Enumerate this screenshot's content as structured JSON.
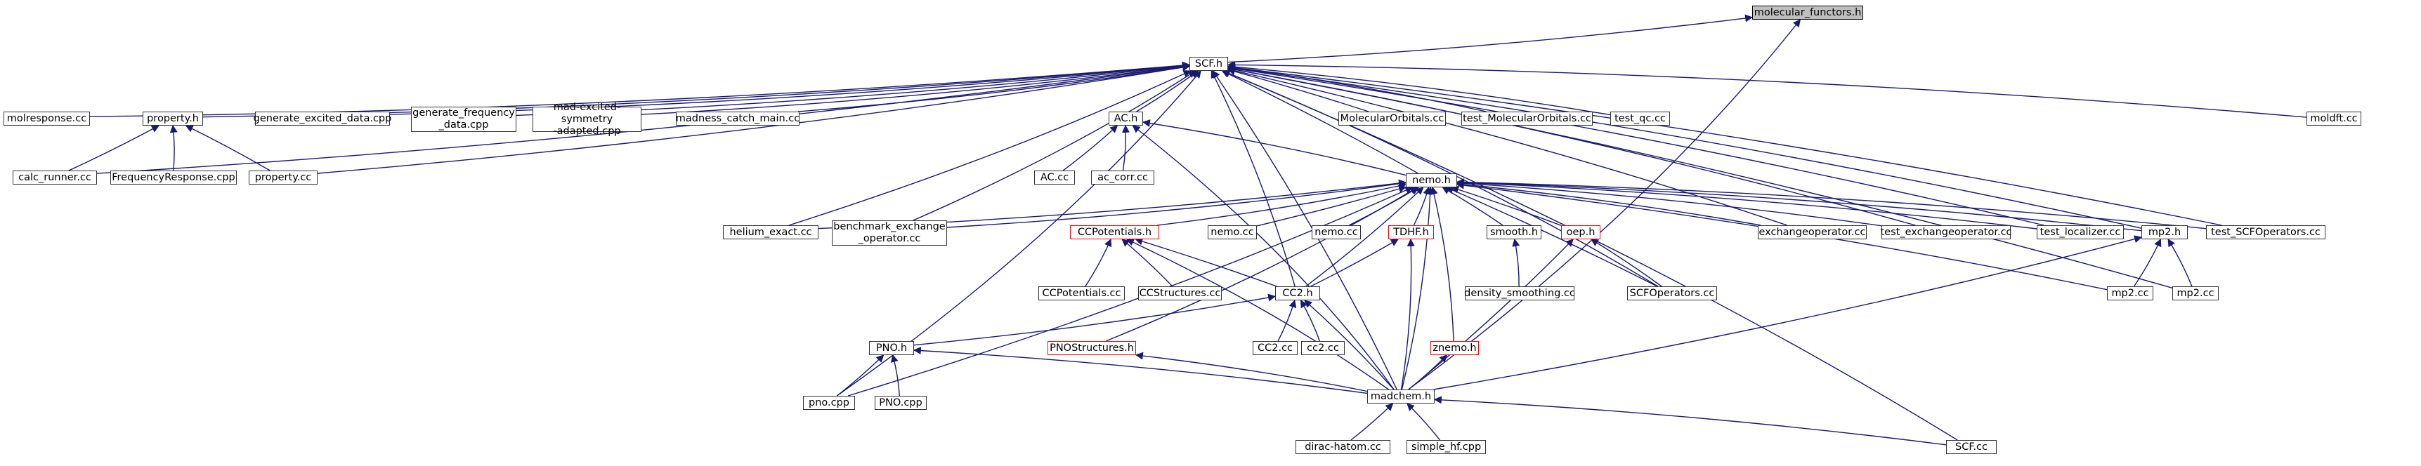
{
  "colors": {
    "edge": "#191970",
    "node_border": "#333333",
    "incomplete_border": "#ff0000",
    "focus_fill": "#bfbfbf"
  },
  "nodes": {
    "molecular_functors": {
      "label": "molecular_functors.h",
      "focus": true
    },
    "scf_h": {
      "label": "SCF.h"
    },
    "molresponse": {
      "label": "molresponse.cc"
    },
    "property_h": {
      "label": "property.h"
    },
    "generate_excited": {
      "label": "generate_excited_data.cpp"
    },
    "generate_frequency": {
      "label": "generate_frequency\n_data.cpp"
    },
    "mad_excited": {
      "label": "mad-excited-symmetry\n-adapted.cpp"
    },
    "madness_catch": {
      "label": "madness_catch_main.cc"
    },
    "ac_h": {
      "label": "AC.h"
    },
    "molecularorbitals_cc": {
      "label": "MolecularOrbitals.cc"
    },
    "test_molecularorbitals": {
      "label": "test_MolecularOrbitals.cc"
    },
    "test_qc": {
      "label": "test_qc.cc"
    },
    "moldft": {
      "label": "moldft.cc"
    },
    "calc_runner": {
      "label": "calc_runner.cc"
    },
    "frequencyresponse": {
      "label": "FrequencyResponse.cpp"
    },
    "property_cc": {
      "label": "property.cc"
    },
    "ac_cc": {
      "label": "AC.cc"
    },
    "ac_corr": {
      "label": "ac_corr.cc"
    },
    "nemo_h": {
      "label": "nemo.h"
    },
    "helium_exact": {
      "label": "helium_exact.cc"
    },
    "benchmark_exchange": {
      "label": "benchmark_exchange\n_operator.cc"
    },
    "ccpotentials_h": {
      "label": "CCPotentials.h",
      "incomplete": true
    },
    "nemo_cc_1": {
      "label": "nemo.cc"
    },
    "nemo_cc_2": {
      "label": "nemo.cc"
    },
    "tdhf_h": {
      "label": "TDHF.h",
      "incomplete": true
    },
    "smooth_h": {
      "label": "smooth.h"
    },
    "oep_h": {
      "label": "oep.h",
      "incomplete": true
    },
    "exchangeoperator": {
      "label": "exchangeoperator.cc"
    },
    "test_exchangeoperator": {
      "label": "test_exchangeoperator.cc"
    },
    "test_localizer": {
      "label": "test_localizer.cc"
    },
    "mp2_h": {
      "label": "mp2.h"
    },
    "test_scfoperators": {
      "label": "test_SCFOperators.cc"
    },
    "ccpotentials_cc": {
      "label": "CCPotentials.cc"
    },
    "ccstructures_cc": {
      "label": "CCStructures.cc"
    },
    "cc2_h": {
      "label": "CC2.h"
    },
    "density_smoothing": {
      "label": "density_smoothing.cc"
    },
    "scfoperators_cc": {
      "label": "SCFOperators.cc"
    },
    "mp2_cc_1": {
      "label": "mp2.cc"
    },
    "mp2_cc_2": {
      "label": "mp2.cc"
    },
    "pno_h": {
      "label": "PNO.h"
    },
    "pnostructures_h": {
      "label": "PNOStructures.h",
      "incomplete": true
    },
    "cc2_cc": {
      "label": "CC2.cc"
    },
    "cc2_lower_cc": {
      "label": "cc2.cc"
    },
    "znemo_h": {
      "label": "znemo.h",
      "incomplete": true
    },
    "pno_cpp_lower": {
      "label": "pno.cpp"
    },
    "pno_cpp": {
      "label": "PNO.cpp"
    },
    "madchem_h": {
      "label": "madchem.h"
    },
    "dirac_hatom": {
      "label": "dirac-hatom.cc"
    },
    "simple_hf": {
      "label": "simple_hf.cpp"
    },
    "scf_cc": {
      "label": "SCF.cc"
    }
  },
  "edges": [
    [
      "scf_h",
      "molecular_functors"
    ],
    [
      "madchem_h",
      "molecular_functors"
    ],
    [
      "molresponse",
      "scf_h"
    ],
    [
      "property_h",
      "scf_h"
    ],
    [
      "generate_excited",
      "scf_h"
    ],
    [
      "generate_frequency",
      "scf_h"
    ],
    [
      "mad_excited",
      "scf_h"
    ],
    [
      "madness_catch",
      "scf_h"
    ],
    [
      "ac_h",
      "scf_h"
    ],
    [
      "molecularorbitals_cc",
      "scf_h"
    ],
    [
      "test_molecularorbitals",
      "scf_h"
    ],
    [
      "test_qc",
      "scf_h"
    ],
    [
      "moldft",
      "scf_h"
    ],
    [
      "calc_runner",
      "scf_h"
    ],
    [
      "property_cc",
      "scf_h"
    ],
    [
      "nemo_h",
      "scf_h"
    ],
    [
      "helium_exact",
      "scf_h"
    ],
    [
      "benchmark_exchange",
      "scf_h"
    ],
    [
      "cc2_h",
      "scf_h"
    ],
    [
      "exchangeoperator",
      "scf_h"
    ],
    [
      "test_exchangeoperator",
      "scf_h"
    ],
    [
      "test_localizer",
      "scf_h"
    ],
    [
      "mp2_h",
      "scf_h"
    ],
    [
      "test_scfoperators",
      "scf_h"
    ],
    [
      "scfoperators_cc",
      "scf_h"
    ],
    [
      "mp2_cc_2",
      "scf_h"
    ],
    [
      "pno_cpp_lower",
      "scf_h"
    ],
    [
      "madchem_h",
      "scf_h"
    ],
    [
      "scf_cc",
      "scf_h"
    ],
    [
      "calc_runner",
      "property_h"
    ],
    [
      "frequencyresponse",
      "property_h"
    ],
    [
      "property_cc",
      "property_h"
    ],
    [
      "ac_cc",
      "ac_h"
    ],
    [
      "ac_corr",
      "ac_h"
    ],
    [
      "nemo_h",
      "ac_h"
    ],
    [
      "madchem_h",
      "ac_h"
    ],
    [
      "helium_exact",
      "nemo_h"
    ],
    [
      "benchmark_exchange",
      "nemo_h"
    ],
    [
      "ccpotentials_h",
      "nemo_h"
    ],
    [
      "nemo_cc_1",
      "nemo_h"
    ],
    [
      "nemo_cc_2",
      "nemo_h"
    ],
    [
      "tdhf_h",
      "nemo_h"
    ],
    [
      "smooth_h",
      "nemo_h"
    ],
    [
      "oep_h",
      "nemo_h"
    ],
    [
      "exchangeoperator",
      "nemo_h"
    ],
    [
      "test_exchangeoperator",
      "nemo_h"
    ],
    [
      "test_localizer",
      "nemo_h"
    ],
    [
      "mp2_h",
      "nemo_h"
    ],
    [
      "test_scfoperators",
      "nemo_h"
    ],
    [
      "scfoperators_cc",
      "nemo_h"
    ],
    [
      "cc2_h",
      "nemo_h"
    ],
    [
      "znemo_h",
      "nemo_h"
    ],
    [
      "pnostructures_h",
      "nemo_h"
    ],
    [
      "pno_cpp_lower",
      "nemo_h"
    ],
    [
      "mp2_cc_1",
      "nemo_h"
    ],
    [
      "madchem_h",
      "nemo_h"
    ],
    [
      "ccpotentials_cc",
      "ccpotentials_h"
    ],
    [
      "ccstructures_cc",
      "ccpotentials_h"
    ],
    [
      "cc2_h",
      "ccpotentials_h"
    ],
    [
      "madchem_h",
      "ccpotentials_h"
    ],
    [
      "cc2_h",
      "tdhf_h"
    ],
    [
      "madchem_h",
      "tdhf_h"
    ],
    [
      "density_smoothing",
      "smooth_h"
    ],
    [
      "scfoperators_cc",
      "oep_h"
    ],
    [
      "madchem_h",
      "oep_h"
    ],
    [
      "mp2_cc_1",
      "mp2_h"
    ],
    [
      "mp2_cc_2",
      "mp2_h"
    ],
    [
      "madchem_h",
      "mp2_h"
    ],
    [
      "pno_h",
      "cc2_h"
    ],
    [
      "cc2_cc",
      "cc2_h"
    ],
    [
      "cc2_lower_cc",
      "cc2_h"
    ],
    [
      "madchem_h",
      "cc2_h"
    ],
    [
      "pno_cpp_lower",
      "pno_h"
    ],
    [
      "pno_cpp",
      "pno_h"
    ],
    [
      "madchem_h",
      "pno_h"
    ],
    [
      "madchem_h",
      "pnostructures_h"
    ],
    [
      "madchem_h",
      "znemo_h"
    ],
    [
      "dirac_hatom",
      "madchem_h"
    ],
    [
      "simple_hf",
      "madchem_h"
    ],
    [
      "scf_cc",
      "madchem_h"
    ]
  ]
}
